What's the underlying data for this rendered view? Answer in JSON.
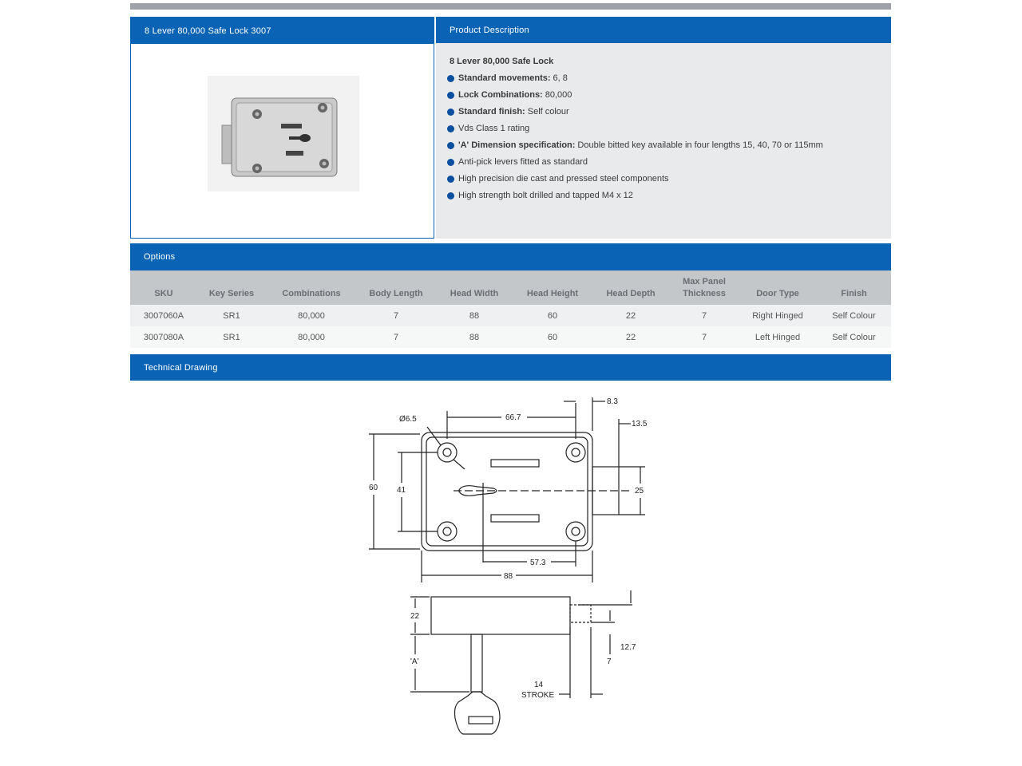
{
  "product": {
    "panel_title": "8 Lever 80,000 Safe Lock 3007"
  },
  "description": {
    "header": "Product Description",
    "title": "8 Lever 80,000 Safe Lock",
    "items": [
      {
        "label": "Standard movements:",
        "value": "6, 8"
      },
      {
        "label": "Lock Combinations:",
        "value": "80,000"
      },
      {
        "label": "Standard finish:",
        "value": "Self colour"
      },
      {
        "label": "",
        "value": "Vds Class 1 rating"
      },
      {
        "label": "'A' Dimension specification:",
        "value": "Double bitted key available in four lengths 15, 40, 70 or 115mm"
      },
      {
        "label": "",
        "value": "Anti-pick levers fitted as standard"
      },
      {
        "label": "",
        "value": "High precision die cast and pressed steel components"
      },
      {
        "label": "",
        "value": "High strength bolt drilled and tapped M4 x 12"
      }
    ]
  },
  "options": {
    "header": "Options",
    "columns": [
      "SKU",
      "Key Series",
      "Combinations",
      "Body Length",
      "Head Width",
      "Head Height",
      "Head Depth",
      "Max Panel Thickness",
      "Door Type",
      "Finish"
    ],
    "rows": [
      [
        "3007060A",
        "SR1",
        "80,000",
        "7",
        "88",
        "60",
        "22",
        "7",
        "Right Hinged",
        "Self Colour"
      ],
      [
        "3007080A",
        "SR1",
        "80,000",
        "7",
        "88",
        "60",
        "22",
        "7",
        "Left Hinged",
        "Self Colour"
      ]
    ]
  },
  "technical": {
    "header": "Technical Drawing",
    "dims": {
      "d65": "Ø6.5",
      "d667": "66.7",
      "d83": "8.3",
      "d135": "13.5",
      "d60": "60",
      "d41": "41",
      "d25": "25",
      "d573": "57.3",
      "d88": "88",
      "d22": "22",
      "dA": "'A'",
      "d127": "12.7",
      "d7": "7",
      "d14": "14",
      "stroke": "STROKE"
    }
  },
  "colors": {
    "brand_blue": "#0a63b5",
    "header_grey": "#c4c7ca",
    "panel_grey": "#e8eaeb"
  }
}
